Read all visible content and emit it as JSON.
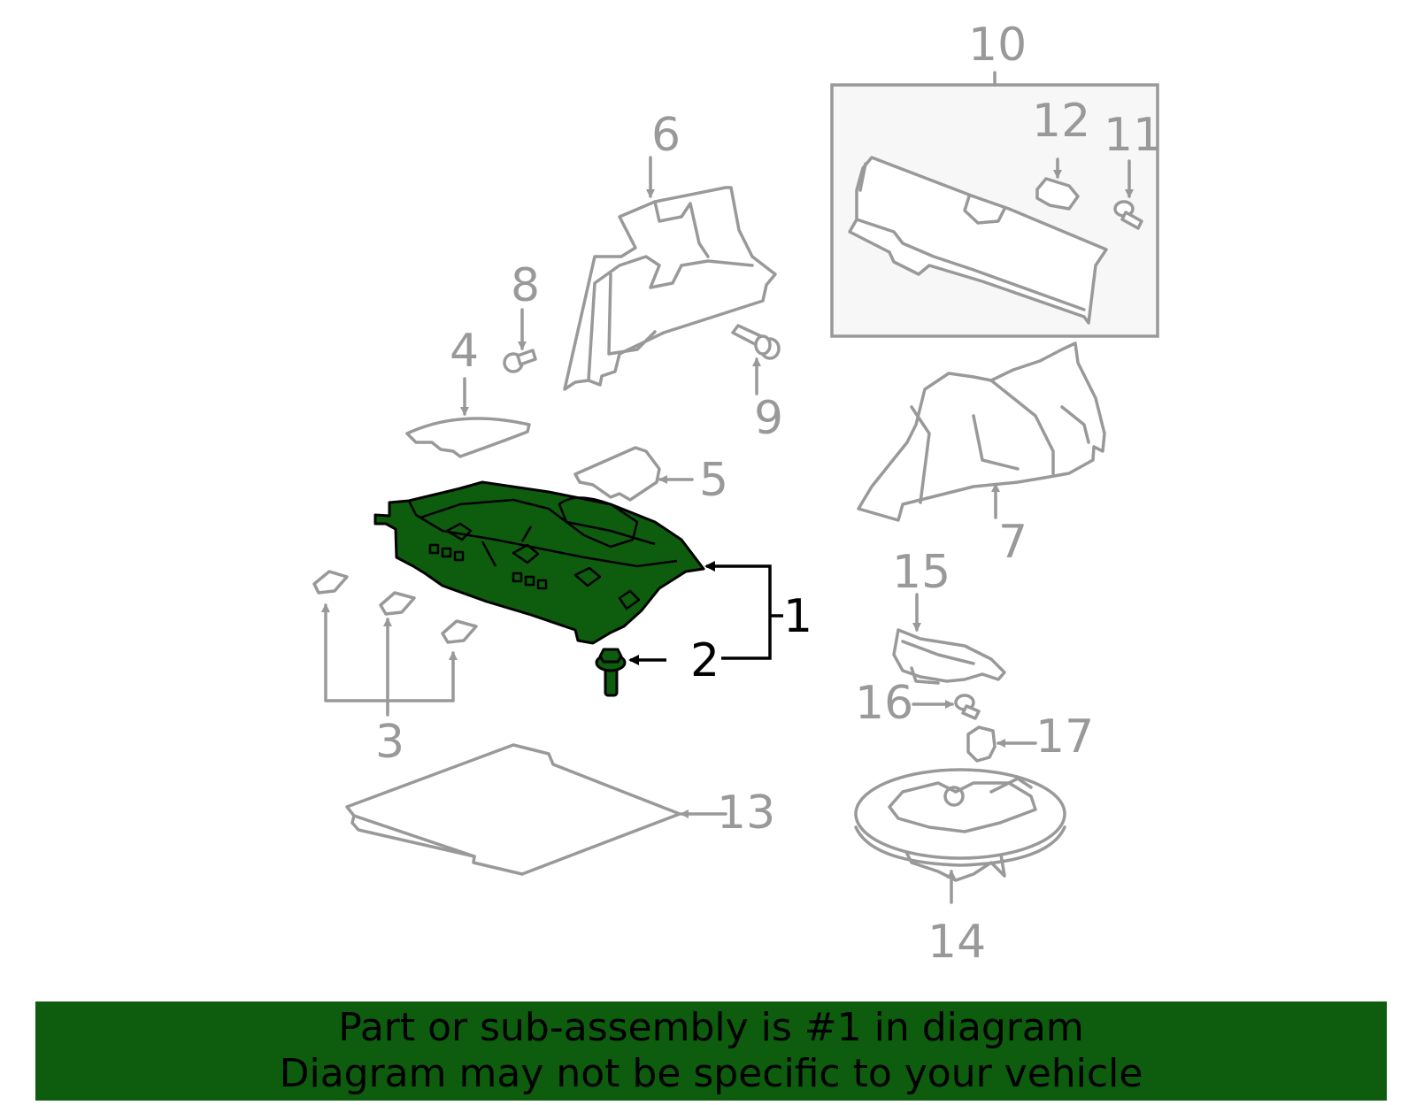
{
  "callouts": {
    "c1": "1",
    "c2": "2",
    "c3": "3",
    "c4": "4",
    "c5": "5",
    "c6": "6",
    "c7": "7",
    "c8": "8",
    "c9": "9",
    "c10": "10",
    "c11": "11",
    "c12": "12",
    "c13": "13",
    "c14": "14",
    "c15": "15",
    "c16": "16",
    "c17": "17"
  },
  "highlighted_parts": [
    "1",
    "2"
  ],
  "colors": {
    "highlight": "#0e5c0e",
    "line_gray": "#999999",
    "inset_bg": "#f7f7f7",
    "banner_bg": "#0e5c0e"
  },
  "banner": {
    "line1": "Part or sub-assembly is #1 in diagram",
    "line2": "Diagram may not be specific to your vehicle"
  }
}
